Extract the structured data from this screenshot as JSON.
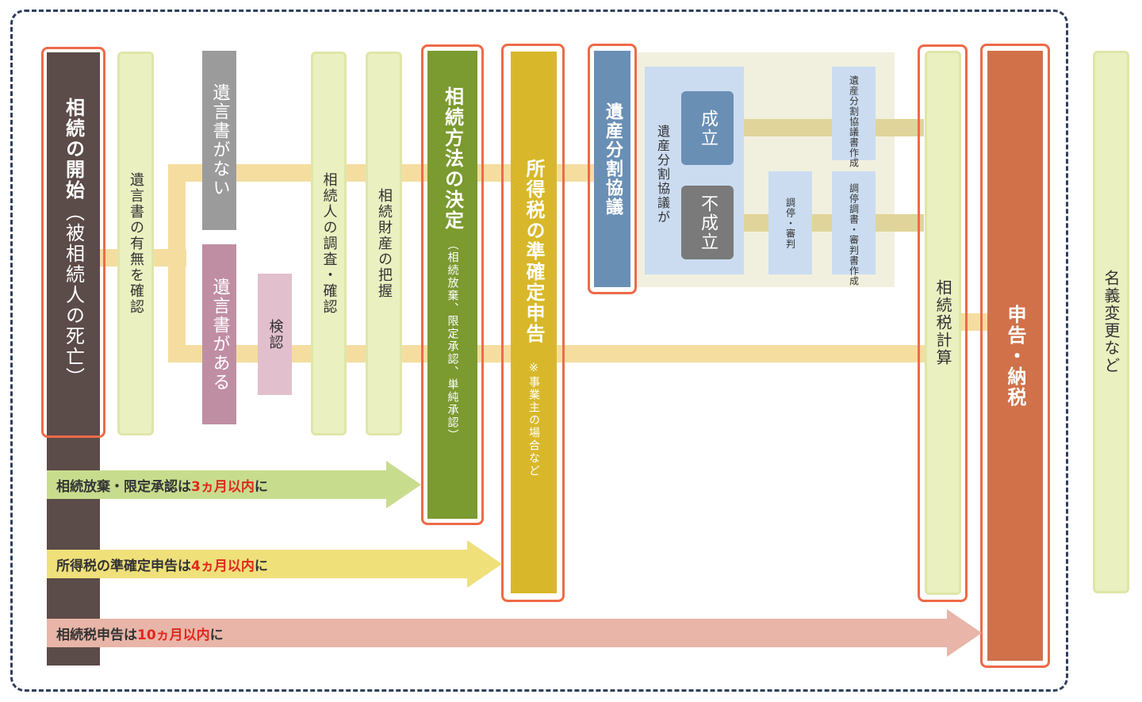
{
  "steps": {
    "start": "相続の開始",
    "start_sub": "（被相続人の死亡）",
    "will_check": "遺言書の有無を確認",
    "no_will": "遺言書がない",
    "has_will": "遺言書がある",
    "probate": "検認",
    "heir_survey": "相続人の調査・確認",
    "estate_survey": "相続財産の把握",
    "method": "相続方法の決定",
    "method_sub": "（相続放棄、限定承認、単純承認）",
    "income_tax": "所得税の準確定申告",
    "income_tax_note": "※事業主の場合など",
    "division": "遺産分割協議",
    "division_result_label": "遺産分割協議が",
    "success": "成立",
    "failure": "不成立",
    "agreement_doc": "遺産分割協議書作成",
    "mediation": "調停・審判",
    "mediation_doc": "調停調書・審判書作成",
    "tax_calc": "相続税計算",
    "filing": "申告・納税",
    "transfer": "名義変更など"
  },
  "deadlines": [
    {
      "before": "相続放棄・限定承認は",
      "highlight": "3ヵ月以内",
      "after": "に",
      "color": "#c8dc8e"
    },
    {
      "before": "所得税の準確定申告は",
      "highlight": "4ヵ月以内",
      "after": "に",
      "color": "#efe07a"
    },
    {
      "before": "相続税申告は",
      "highlight": "10ヵ月以内",
      "after": "に",
      "color": "#e8b5a8"
    }
  ],
  "colors": {
    "highlight_border": "#ef6a47",
    "start": "#5b4b49",
    "method": "#7b9a2f",
    "income_tax": "#d8b82a",
    "division": "#6a8fb5",
    "filing": "#d0714a",
    "no_will": "#9b9b9b",
    "has_will": "#c08ea3",
    "probate": "#e2bfcc",
    "success": "#6a8fb5",
    "failure": "#7a7a7a"
  }
}
